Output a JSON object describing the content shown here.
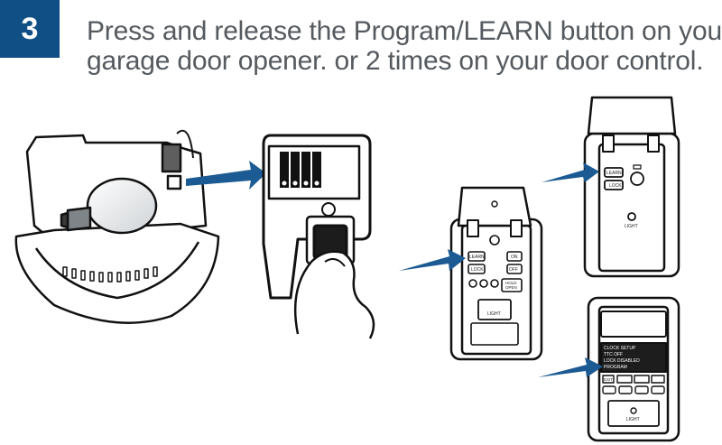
{
  "step": {
    "number": "3"
  },
  "instructions": {
    "line1": "Press and release the Program/LEARN button on your",
    "line2": "garage door opener. or 2 times on your door control."
  },
  "colors": {
    "badge": "#0f4f86",
    "arrow": "#1b5a92",
    "text": "#555a5f"
  },
  "control_a": {
    "learn": "LEARN",
    "lock": "LOCK",
    "light": "LIGHT"
  },
  "control_b": {
    "learn": "LEARN",
    "lock": "LOCK",
    "on": "ON",
    "off": "OFF",
    "hold1": "HOLD",
    "hold2": "OPEN",
    "light": "LIGHT"
  },
  "control_c": {
    "screen": [
      "CLOCK SETUP",
      "TTC OFF",
      "LOCK DISABLED",
      "PROGRAM"
    ],
    "exit": "EXIT",
    "light": "LIGHT"
  }
}
